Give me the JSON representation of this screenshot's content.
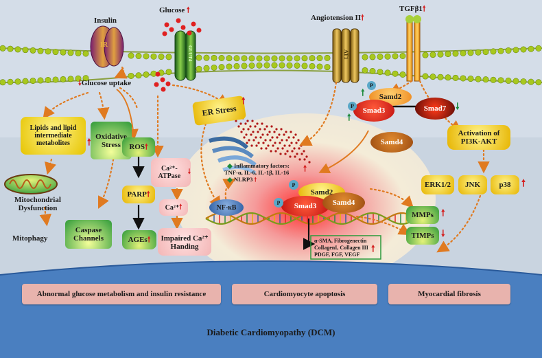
{
  "membrane": {
    "insulin": "Insulin",
    "ir": "IR",
    "glucose": "Glucose",
    "glut4": "GLUT4",
    "angiotension": "Angiotension II",
    "at1": "AT1",
    "tgfb1": "TGFβ1"
  },
  "left": {
    "glucose_uptake": "Glucose uptake",
    "lipids": "Lipids and lipid intermediate metabolites",
    "mito_dys": "Mitochondrial Dysfunction",
    "mitophagy": "Mitophagy",
    "oxidative": "Oxidative Stress",
    "caspase": "Caspase Channels",
    "ros": "ROS",
    "parp": "PARP",
    "ages": "AGEs",
    "ca_atpase": "Ca²⁺-ATPase",
    "ca2": "Ca²⁺",
    "impaired": "Impaired Ca²⁺ Handing"
  },
  "center": {
    "er_stress": "ER Stress",
    "inflam_title": "Inflammatory factors:",
    "inflam_list": "TNF-α, IL-6, IL-1β, IL-16",
    "nlrp3": "NLRP3",
    "nfkb": "NF-κB",
    "samd2": "Samd2",
    "smad3": "Smad3",
    "samd4": "Samd4",
    "p": "P",
    "genes_1": "α-SMA, Fibrogenectin",
    "genes_2": "CollagenI, Collagen III",
    "genes_3": "PDGF, FGF, VEGF"
  },
  "right": {
    "samd2": "Samd2",
    "smad3": "Smad3",
    "smad7": "Smad7",
    "samd4": "Samd4",
    "p": "P",
    "pi3k": "Activation of PI3K-AKT",
    "erk": "ERK1/2",
    "jnk": "JNK",
    "p38": "p38",
    "mmps": "MMPs",
    "timps": "TIMPs"
  },
  "bottom": {
    "box1": "Abnormal glucose metabolism and insulin resistance",
    "box2": "Cardiomyocyte apoptosis",
    "box3": "Myocardial fibrosis",
    "title": "Diabetic Cardiomyopathy (DCM)"
  },
  "colors": {
    "up_arrow": "#d42020",
    "down_arrow": "#d42020",
    "green_arrow": "#1c8a3c",
    "membrane_head": "#a8c81e",
    "bottom_blue": "#4a7fc0"
  }
}
